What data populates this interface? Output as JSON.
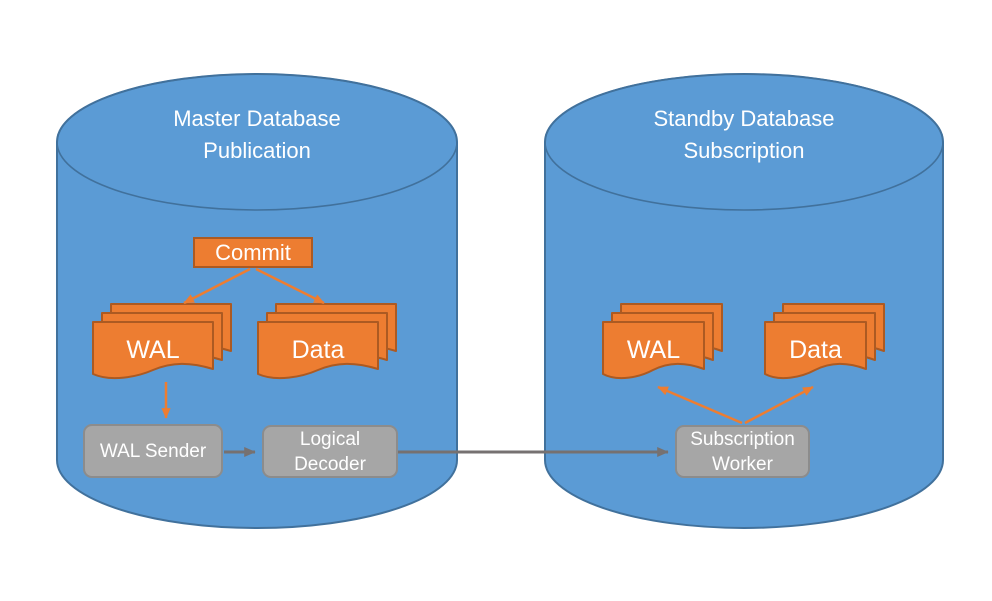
{
  "colors": {
    "cylinder_fill": "#5B9BD5",
    "cylinder_stroke": "#41719C",
    "doc_fill": "#ED7D31",
    "doc_stroke": "#AC5A22",
    "commit_fill": "#ED7D31",
    "commit_stroke": "#AC5A22",
    "box_fill": "#A6A6A6",
    "box_stroke": "#8C8C8C",
    "arrow_orange": "#ED7D31",
    "arrow_gray": "#767171",
    "text": "#FFFFFF"
  },
  "master": {
    "title": "Master Database Publication",
    "commit": "Commit",
    "wal": "WAL",
    "data": "Data",
    "wal_sender": "WAL Sender",
    "logical_decoder": "Logical Decoder"
  },
  "standby": {
    "title": "Standby Database Subscription",
    "wal": "WAL",
    "data": "Data",
    "subscription_worker": "Subscription Worker"
  }
}
